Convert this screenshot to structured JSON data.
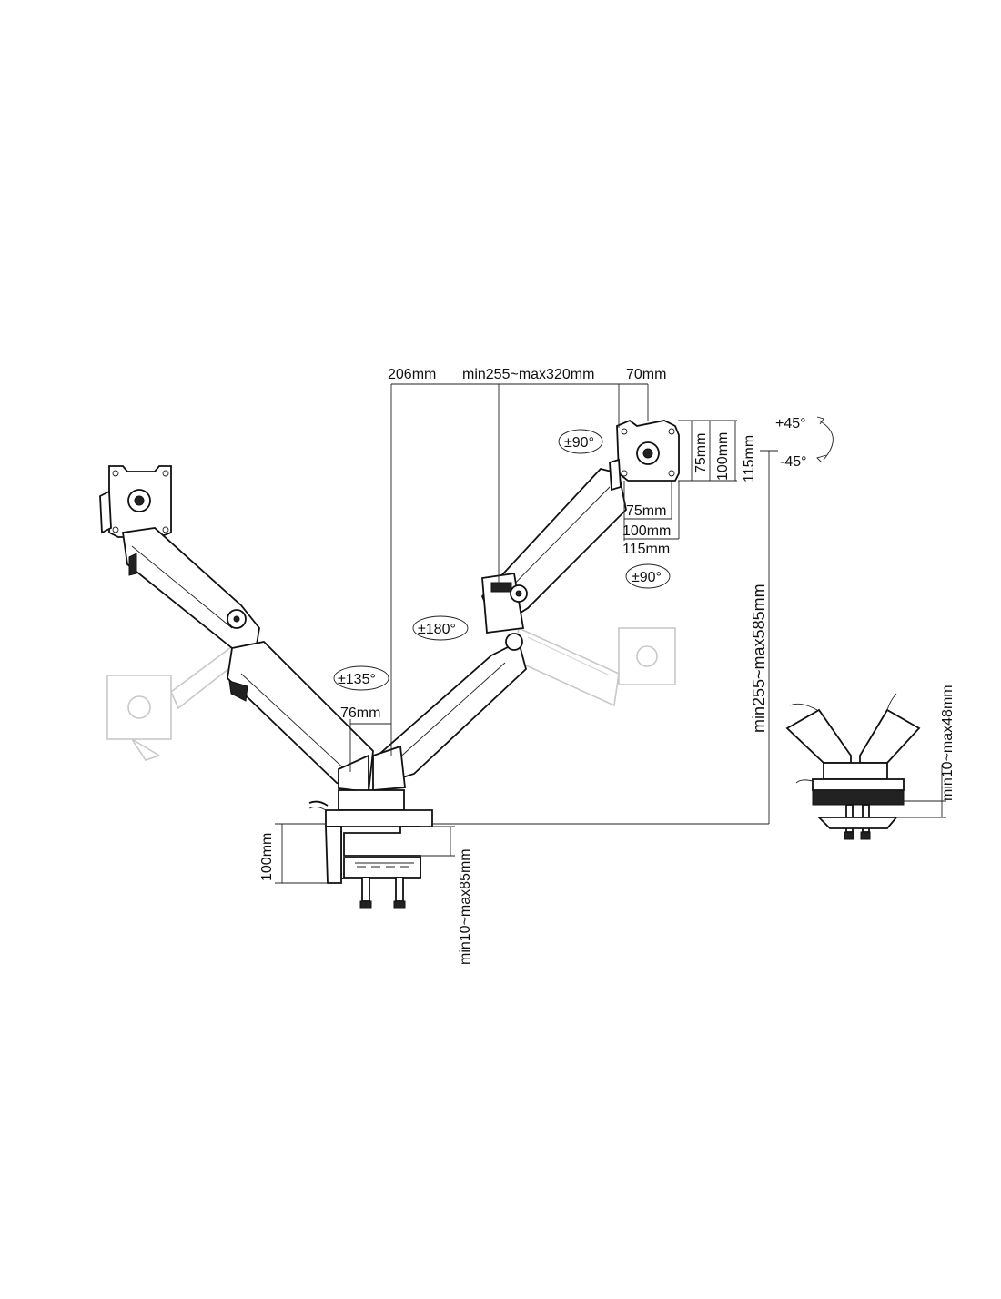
{
  "top_dimensions": {
    "offset": "206mm",
    "arm_range": "min255~max320mm",
    "head_offset": "70mm"
  },
  "vesa": {
    "h75": "75mm",
    "h100": "100mm",
    "h115": "115mm",
    "w75": "75mm",
    "w100": "100mm",
    "w115": "115mm"
  },
  "tilt": {
    "up": "+45°",
    "down": "-45°"
  },
  "rotations": {
    "head_swivel_top": "±90°",
    "head_swivel_bottom": "±90°",
    "elbow": "±180°",
    "base": "±135°"
  },
  "other_dimensions": {
    "pole_width": "76mm",
    "height_range": "min255~max585mm",
    "base_height": "100mm",
    "clamp_range": "min10~max85mm",
    "grommet_range": "min10~max48mm"
  }
}
